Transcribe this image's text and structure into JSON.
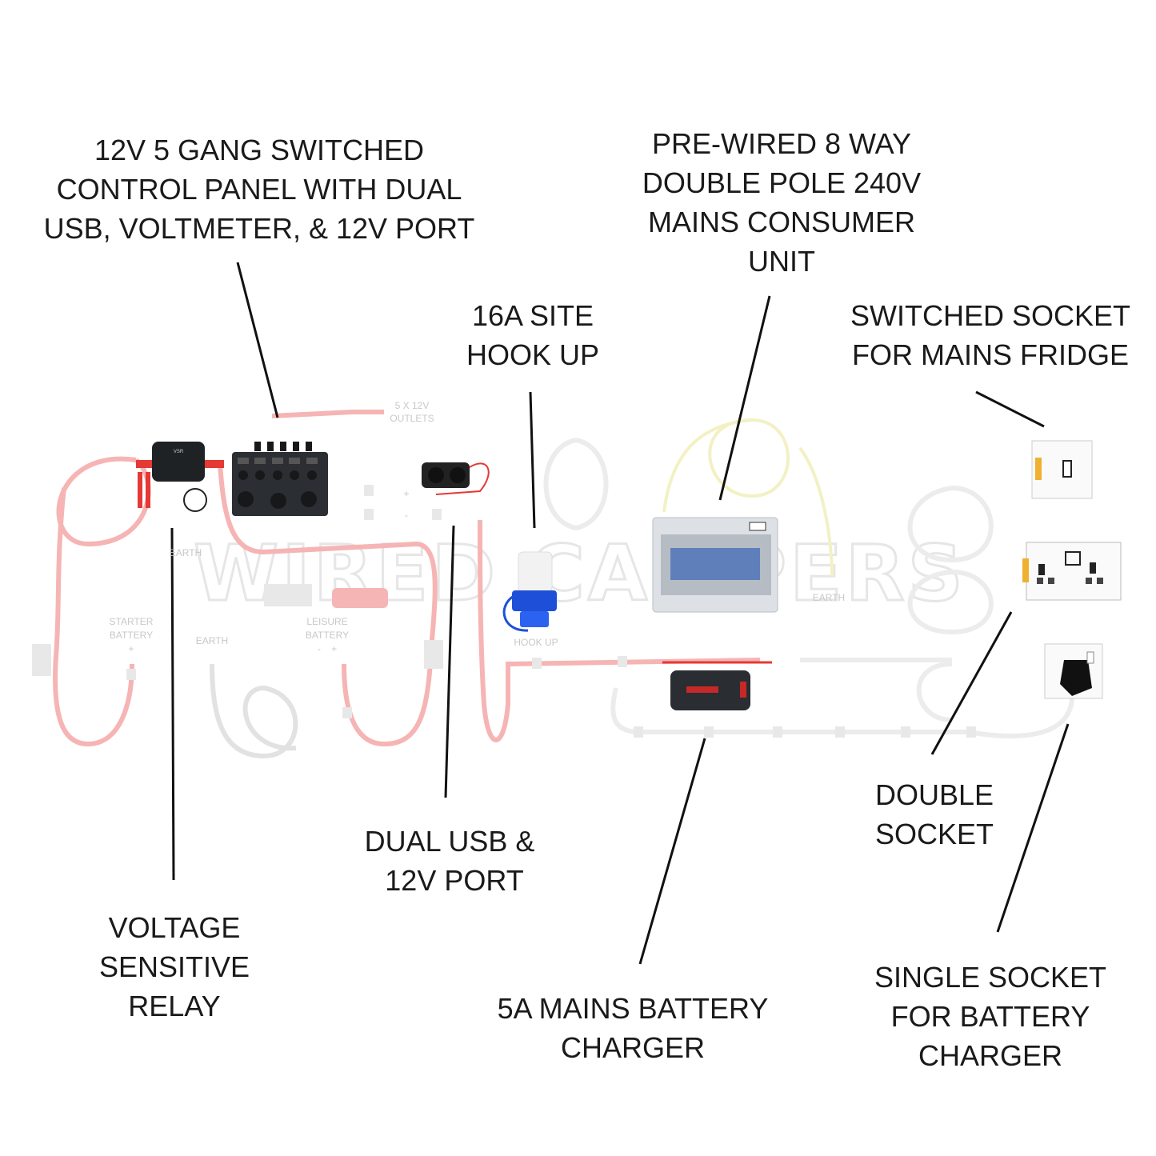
{
  "labels": {
    "control_panel": [
      "12V 5 GANG SWITCHED",
      "CONTROL PANEL WITH DUAL",
      "USB, VOLTMETER, & 12V PORT"
    ],
    "consumer_unit": [
      "PRE-WIRED 8 WAY",
      "DOUBLE POLE 240V",
      "MAINS CONSUMER",
      "UNIT"
    ],
    "hook_up": [
      "16A SITE",
      "HOOK UP"
    ],
    "switched_socket": [
      "SWITCHED SOCKET",
      "FOR MAINS FRIDGE"
    ],
    "relay": [
      "VOLTAGE",
      "SENSITIVE",
      "RELAY"
    ],
    "dual_usb": [
      "DUAL USB &",
      "12V PORT"
    ],
    "charger": [
      "5A MAINS BATTERY",
      "CHARGER"
    ],
    "double_socket": [
      "DOUBLE",
      "SOCKET"
    ],
    "single_socket": [
      "SINGLE SOCKET",
      "FOR BATTERY",
      "CHARGER"
    ]
  },
  "photo_labels": {
    "outlets": [
      "5 X 12V",
      "OUTLETS"
    ],
    "earth_relay": "EARTH",
    "starter_battery": [
      "STARTER",
      "BATTERY"
    ],
    "starter_plus": "+",
    "earth_mid": "EARTH",
    "leisure_battery": [
      "LEISURE",
      "BATTERY"
    ],
    "leisure_terminals": "-    +",
    "hook_up": "HOOK UP",
    "earth_cu": "EARTH",
    "panel_plus": "+",
    "panel_minus": "-"
  },
  "watermark": "WIRED CAMPERS",
  "colors": {
    "leader": "#111111",
    "positive_cable": "#e53935",
    "hookup_blue": "#1e4fd8",
    "panel": "#2b2f33"
  }
}
